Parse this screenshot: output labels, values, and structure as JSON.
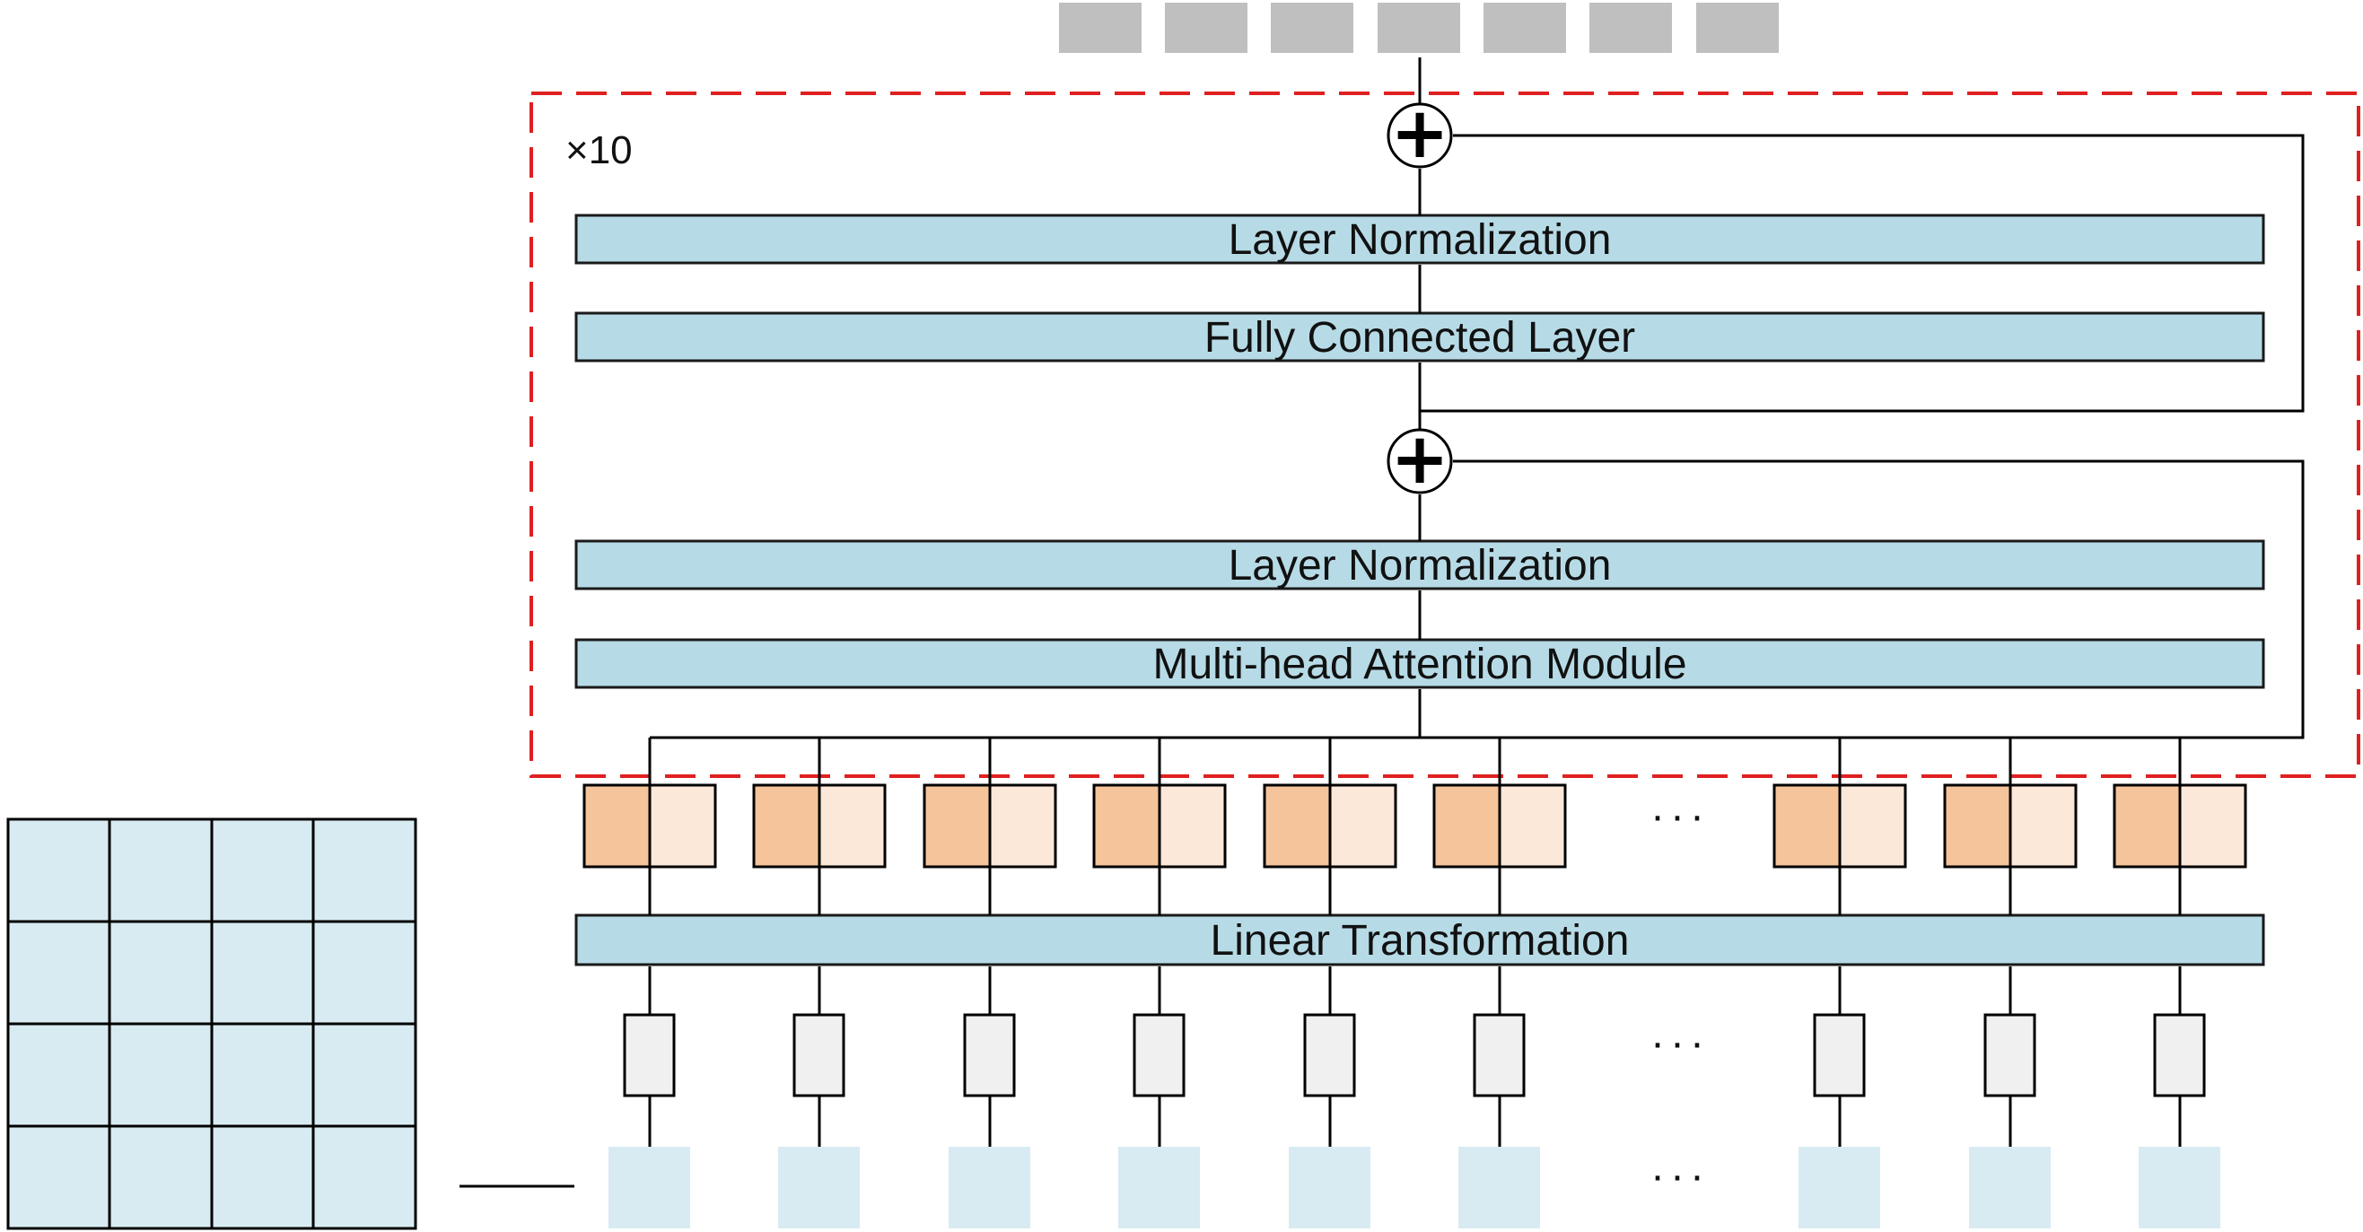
{
  "diagram": {
    "repeat_label": "×10",
    "blocks": {
      "linear_transformation": "Linear Transformation",
      "multi_head_attention": "Multi-head Attention Module",
      "layer_norm_1": "Layer Normalization",
      "fully_connected": "Fully Connected Layer",
      "layer_norm_2": "Layer Normalization"
    },
    "ellipsis": "···",
    "adder_symbol": "+",
    "colors": {
      "block_fill": "#b7dbe6",
      "patch_fill": "#d8ebf2",
      "grid_fill": "#d8ebf2",
      "token_dark": "#f5c49a",
      "token_light": "#fce8d9",
      "vector_fill": "#f0f0f0",
      "output_fill": "#bfbfbf",
      "repeat_border": "#e02020"
    }
  }
}
